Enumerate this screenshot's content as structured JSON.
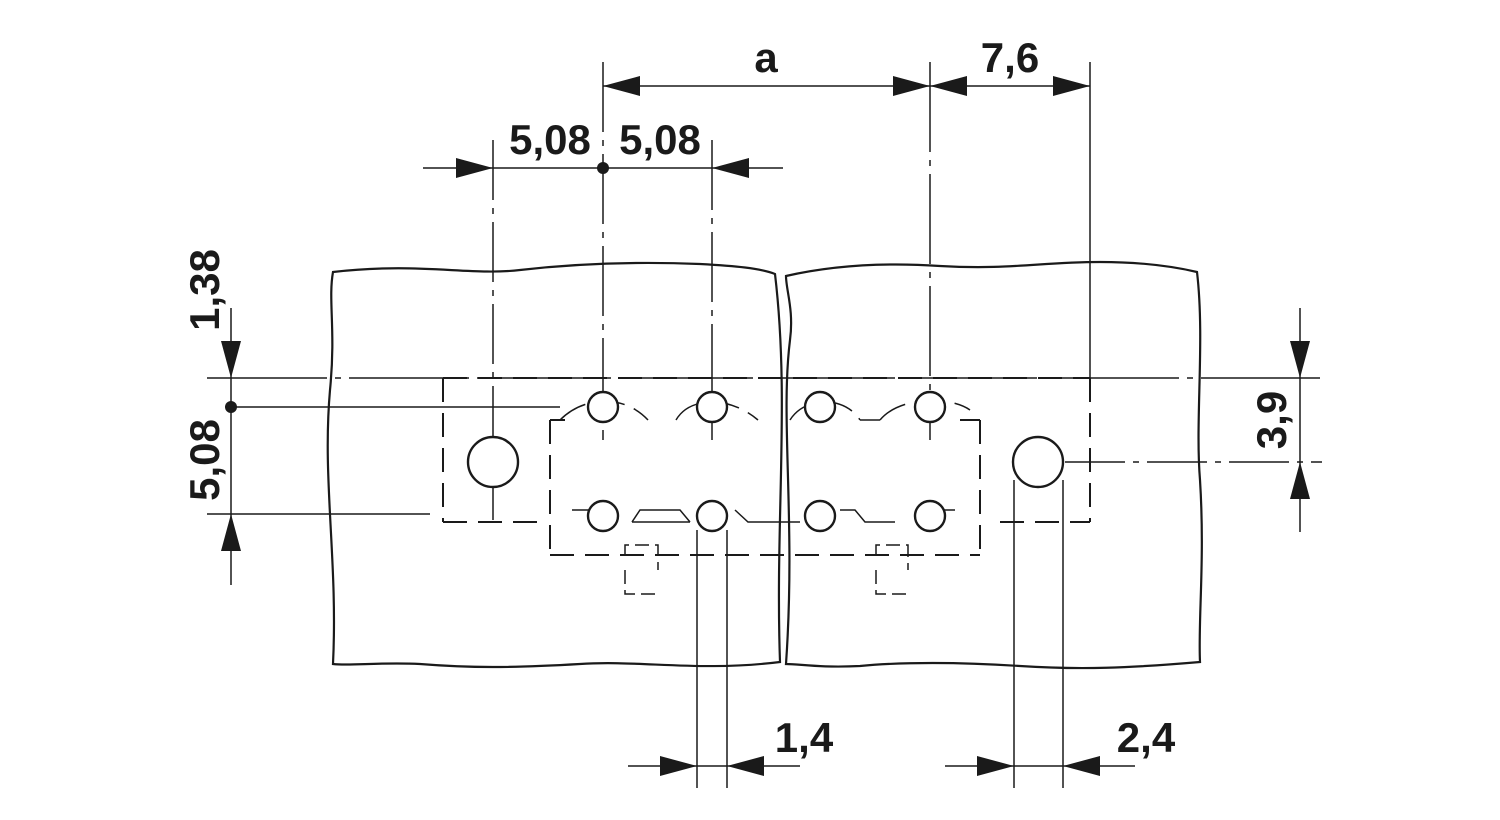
{
  "dimensions": {
    "a": "a",
    "pitch_top_right": "7,6",
    "pitch_left": "5,08",
    "pitch_right": "5,08",
    "offset_vertical_top": "1,38",
    "pitch_vertical": "5,08",
    "offset_vertical_right": "3,9",
    "hole_pin": "1,4",
    "hole_mount": "2,4"
  },
  "colors": {
    "line": "#1a1a1a",
    "background": "#ffffff"
  }
}
